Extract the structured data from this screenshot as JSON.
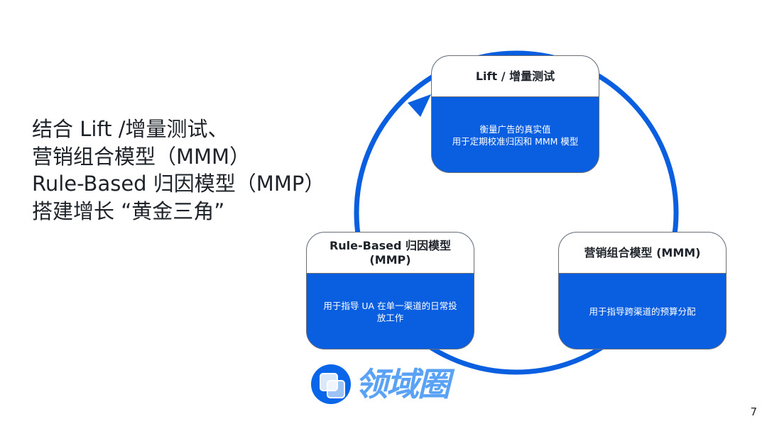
{
  "slide": {
    "title_lines": [
      "结合 Lift /增量测试、",
      "营销组合模型（MMM）",
      "Rule-Based 归因模型（MMP）",
      "搭建增长 “黄金三角”"
    ],
    "page_number": "7"
  },
  "cycle": {
    "colors": {
      "accent": "#0a5fe0",
      "header_bg": "#ffffff",
      "border": "#6b6f75"
    },
    "cards": [
      {
        "title": "Lift / 增量测试",
        "lines": [
          "衡量广告的真实值",
          "用于定期校准归因和 MMM 模型"
        ]
      },
      {
        "title": "营销组合模型 (MMM)",
        "lines": [
          "用于指导跨渠道的预算分配"
        ]
      },
      {
        "title": "Rule-Based 归因模型 (MMP)",
        "lines": [
          "用于指导 UA 在单一渠道的日常投",
          "放工作"
        ]
      }
    ]
  },
  "watermark": {
    "text": "领域圈",
    "icon": "logo-icon"
  }
}
